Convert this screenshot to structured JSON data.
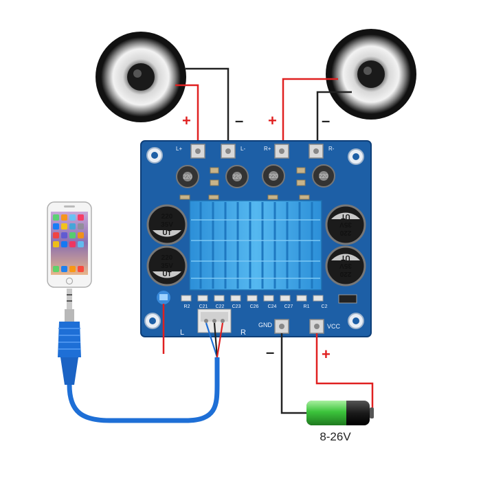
{
  "wiring": {
    "left_plus": "+",
    "left_minus": "–",
    "right_plus": "+",
    "right_minus": "–",
    "gnd_minus": "–",
    "vcc_plus": "+",
    "supply_voltage": "8-26V"
  },
  "board": {
    "terminal_labels": [
      "L+",
      "L-",
      "R+",
      "R-"
    ],
    "gnd_label": "GND",
    "vcc_label": "VCC",
    "side_left": "L",
    "side_right": "R",
    "caps": [
      {
        "line1": "220",
        "line2": "35V",
        "line3": "UT"
      },
      {
        "line1": "220",
        "line2": "35V",
        "line3": "UT"
      },
      {
        "line1": "220",
        "line2": "35V",
        "line3": "UT"
      },
      {
        "line1": "220",
        "line2": "35V",
        "line3": "UT"
      }
    ],
    "inductor_label": "220",
    "silk_bottom": [
      "R2",
      "C21",
      "C22",
      "C23",
      "C26",
      "C24",
      "C27",
      "R1",
      "C2"
    ]
  },
  "colors": {
    "board": "#1d5fa6",
    "heatsink": "#3aa0e6",
    "wire_red": "#e02020",
    "wire_black": "#222222",
    "battery_green": "#3cc43c",
    "cable_blue": "#1e6fd6"
  },
  "icons": {
    "speaker": "speaker-icon",
    "phone": "smartphone-icon",
    "battery": "battery-icon",
    "jack": "audio-jack-icon"
  }
}
